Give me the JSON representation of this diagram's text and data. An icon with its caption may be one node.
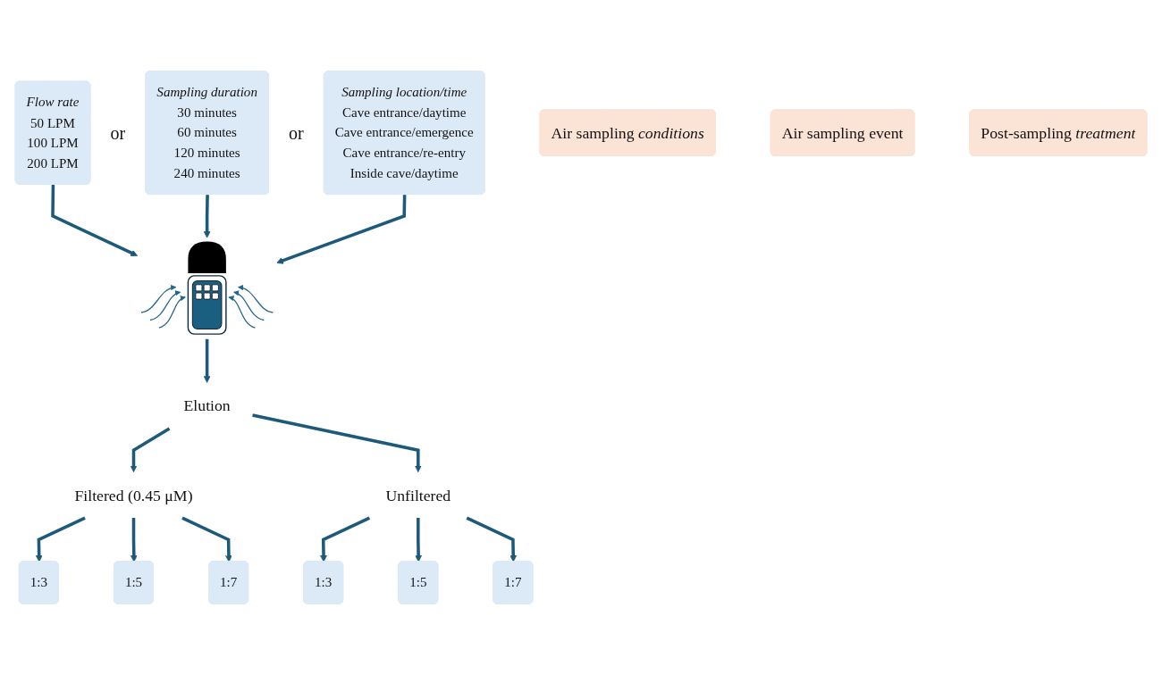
{
  "diagram": {
    "nodes": [
      {
        "text": [
          "Flow rate",
          "50 LPM",
          "100 LPM",
          "200 LPM"
        ]
      },
      {
        "text": [
          "Sampling duration",
          "30 minutes",
          "60 minutes",
          "120 minutes",
          "240 minutes"
        ]
      },
      {
        "text": [
          "Sampling location/time",
          "Cave entrance/daytime",
          "Cave entrance/emergence",
          "Cave entrance/re-entry",
          "Inside cave/daytime"
        ]
      },
      {
        "text": [
          "Air sampling *conditions*"
        ]
      },
      {
        "text": [],
        "shape": "picture"
      },
      {
        "text": [
          "Air sampling event"
        ]
      },
      {
        "text": [
          "Elution"
        ]
      },
      {
        "text": [
          "Filtered (0.45 μM)"
        ]
      },
      {
        "text": [
          "Unfiltered"
        ]
      },
      {
        "text": [
          "1:3"
        ]
      },
      {
        "text": [
          "1:5"
        ]
      },
      {
        "text": [
          "1:7"
        ]
      },
      {
        "text": [
          "1:3"
        ]
      },
      {
        "text": [
          "1:5"
        ]
      },
      {
        "text": [
          "1:7"
        ]
      },
      {
        "text": [
          "Post-sampling *treatment*"
        ]
      }
    ],
    "edges": [
      {
        "from": 0,
        "to": 4,
        "arrow": "to"
      },
      {
        "from": 1,
        "to": 4,
        "arrow": "to"
      },
      {
        "from": 2,
        "to": 4,
        "arrow": "to"
      },
      {
        "from": 4,
        "to": 6,
        "arrow": "to"
      },
      {
        "from": 6,
        "to": 7,
        "arrow": "to"
      },
      {
        "from": 6,
        "to": 8,
        "arrow": "to"
      },
      {
        "from": 7,
        "to": 9,
        "arrow": "to"
      },
      {
        "from": 7,
        "to": 10,
        "arrow": "to"
      },
      {
        "from": 7,
        "to": 11,
        "arrow": "to"
      },
      {
        "from": 8,
        "to": 12,
        "arrow": "to"
      },
      {
        "from": 8,
        "to": 13,
        "arrow": "to"
      },
      {
        "from": 8,
        "to": 14,
        "arrow": "to"
      }
    ],
    "labels": [
      "or",
      "or"
    ]
  }
}
